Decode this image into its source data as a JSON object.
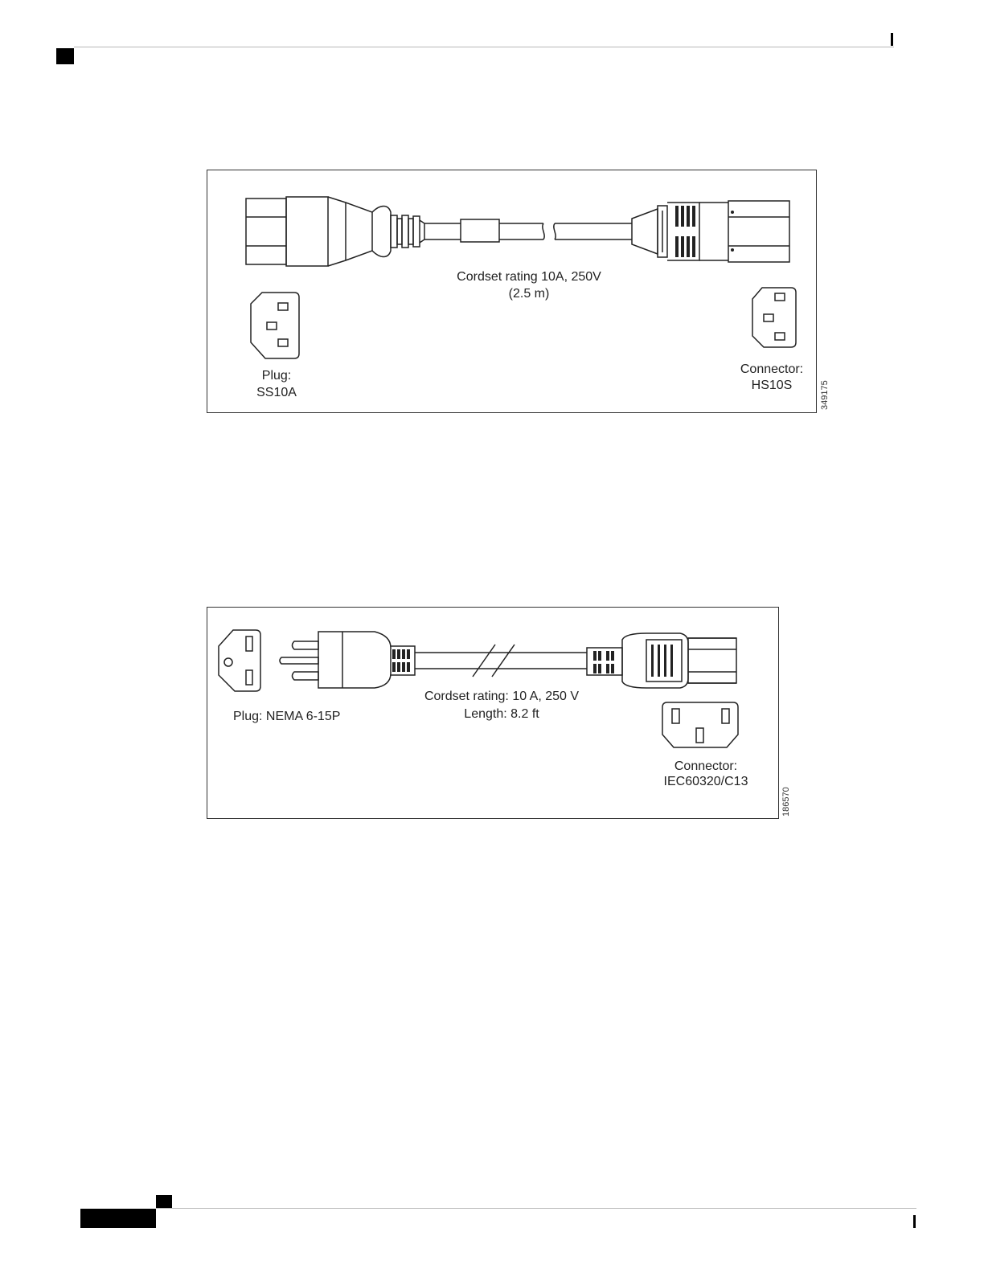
{
  "figures": [
    {
      "rating_line1": "Cordset rating 10A, 250V",
      "rating_line2": "(2.5 m)",
      "plug_line1": "Plug:",
      "plug_line2": "SS10A",
      "connector_line1": "Connector:",
      "connector_line2": "HS10S",
      "figure_id": "349175"
    },
    {
      "rating_line1": "Cordset rating: 10 A, 250 V",
      "rating_line2": "Length: 8.2 ft",
      "plug_label": "Plug: NEMA 6-15P",
      "connector_line1": "Connector:",
      "connector_line2": "IEC60320/C13",
      "figure_id": "186570"
    }
  ]
}
